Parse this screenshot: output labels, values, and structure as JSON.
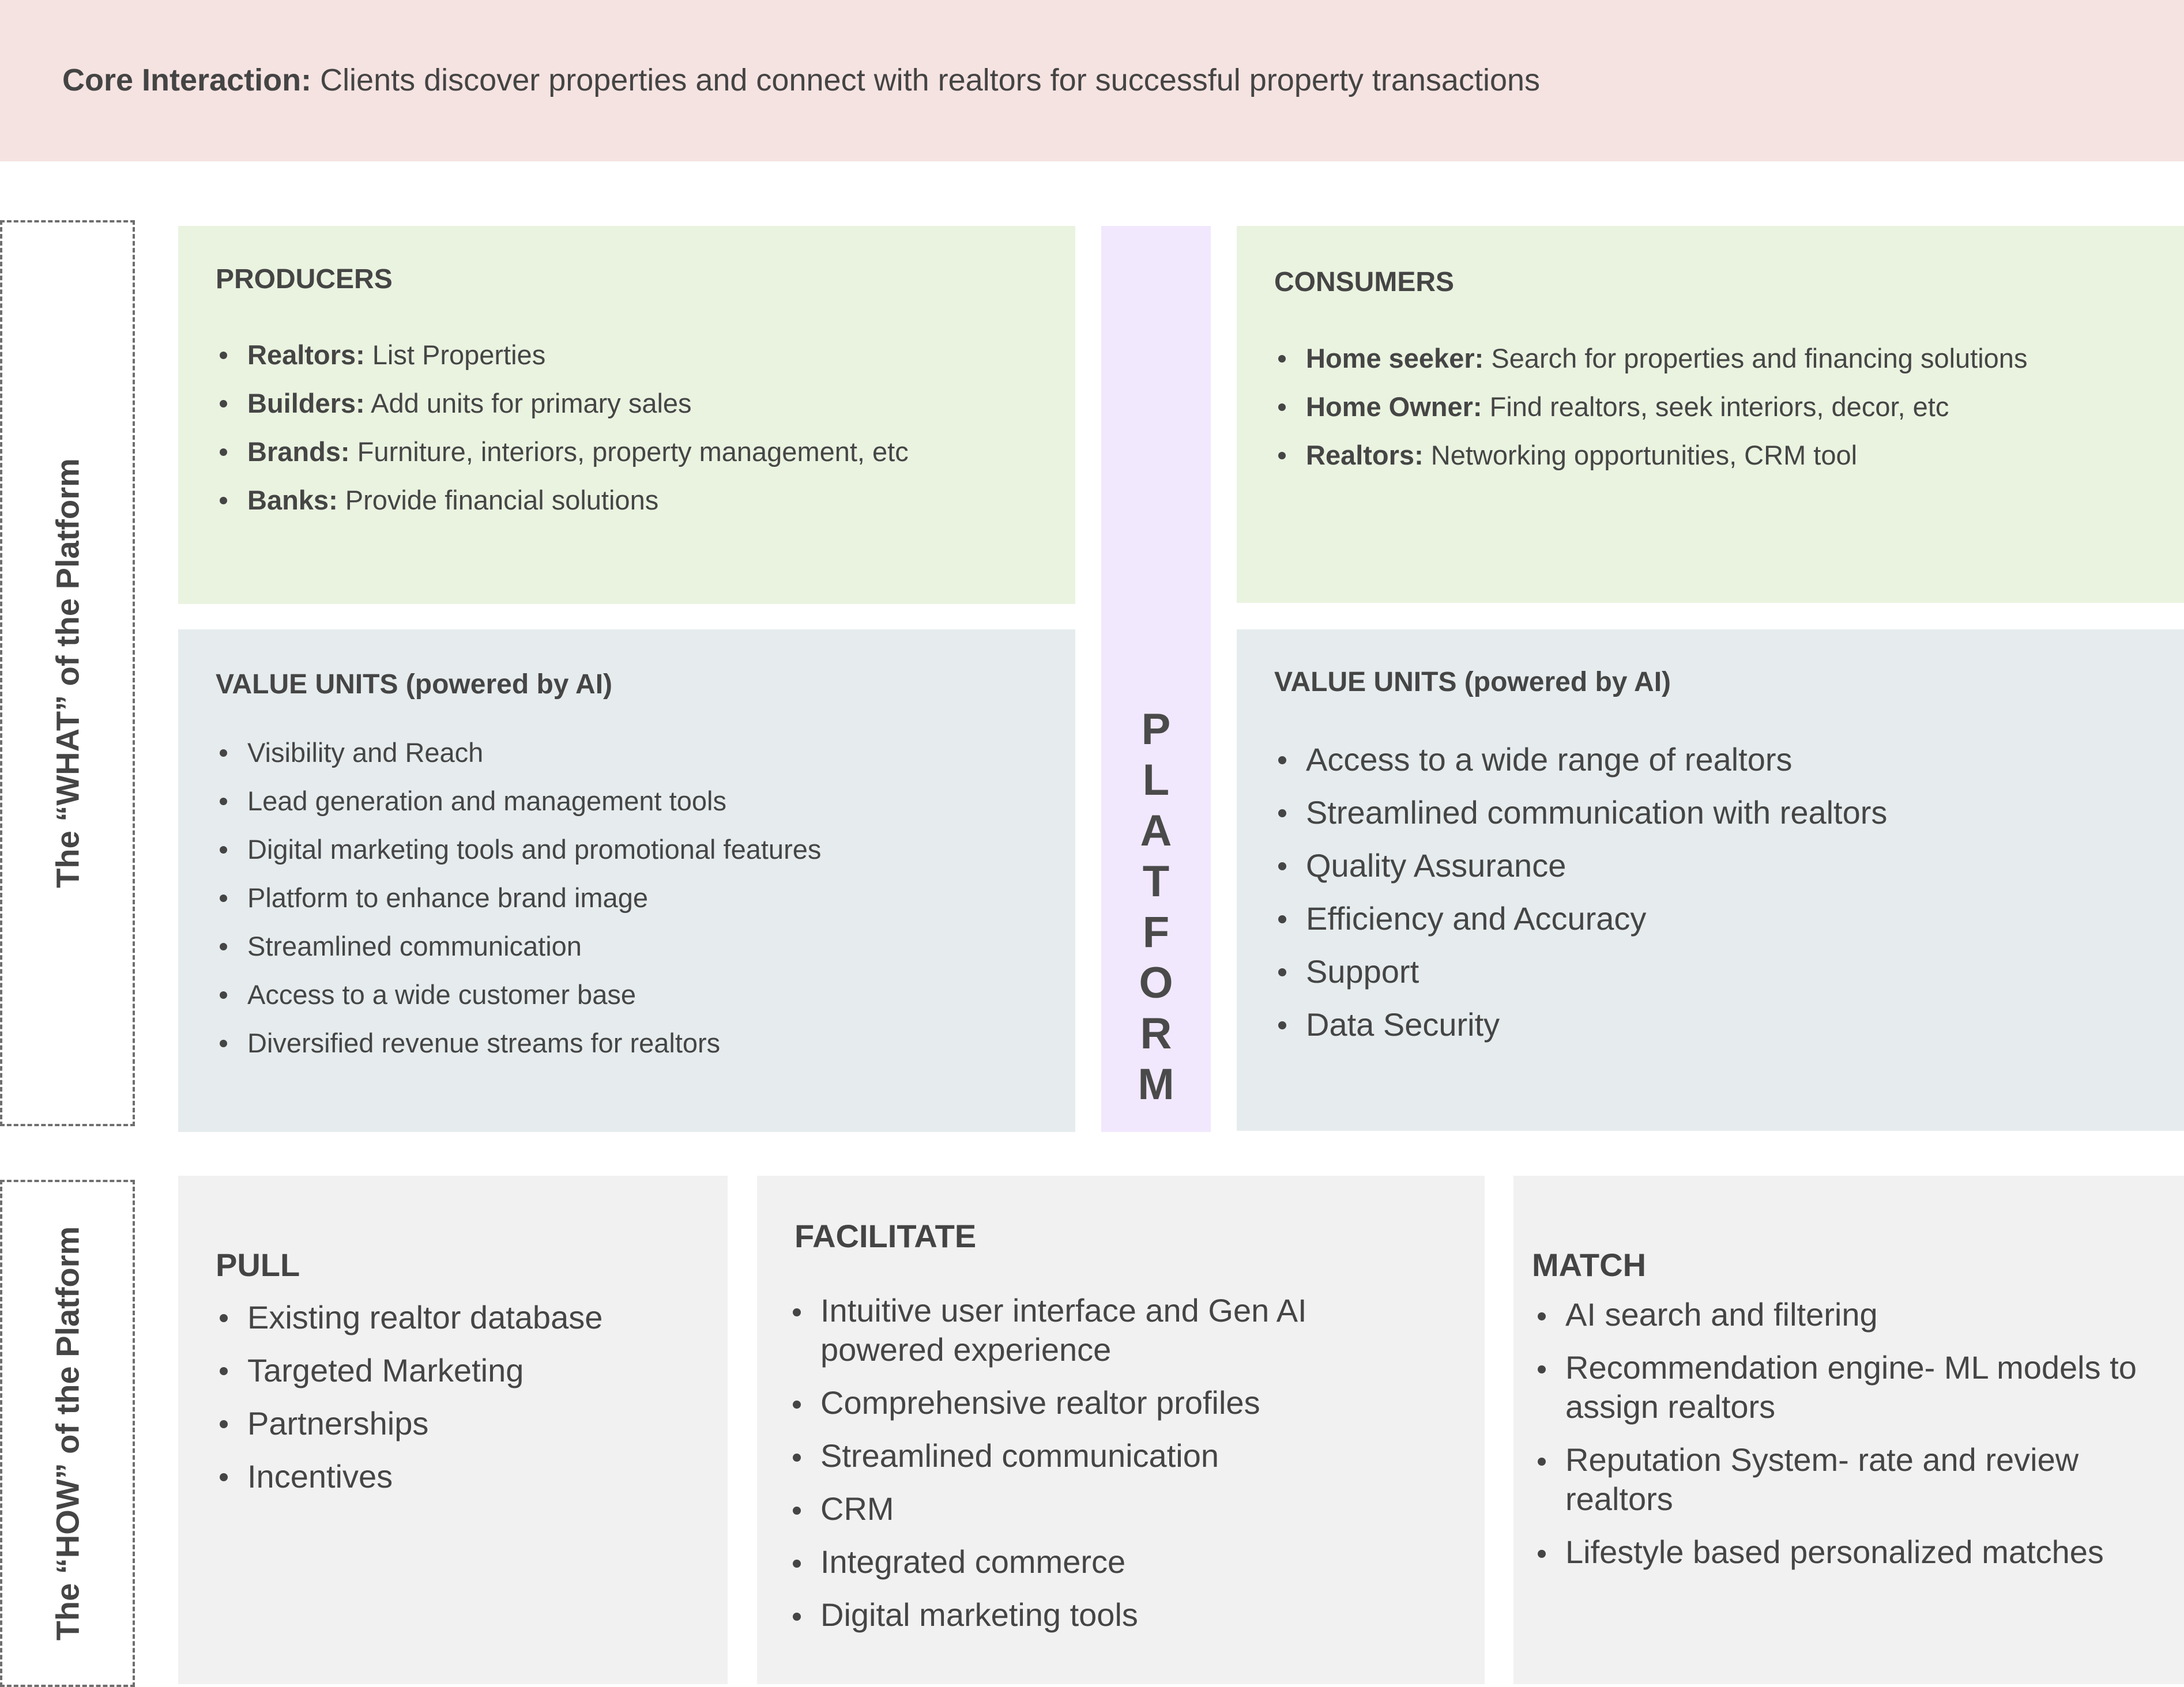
{
  "header": {
    "core_label": "Core Interaction:",
    "core_text": " Clients discover properties and connect with realtors for successful property transactions"
  },
  "side_labels": {
    "what": "The “WHAT” of the Platform",
    "how": "The “HOW” of the Platform"
  },
  "producers": {
    "title": "PRODUCERS",
    "items": [
      {
        "label": "Realtors:",
        "text": " List Properties"
      },
      {
        "label": "Builders:",
        "text": " Add units for primary sales"
      },
      {
        "label": "Brands:",
        "text": " Furniture, interiors, property management, etc"
      },
      {
        "label": "Banks:",
        "text": " Provide financial solutions"
      }
    ]
  },
  "consumers": {
    "title": "CONSUMERS",
    "items": [
      {
        "label": "Home seeker:",
        "text": " Search for properties and financing solutions"
      },
      {
        "label": "Home Owner:",
        "text": " Find realtors, seek interiors, decor, etc"
      },
      {
        "label": "Realtors:",
        "text": " Networking opportunities, CRM tool"
      }
    ]
  },
  "value_units_left": {
    "title": "VALUE UNITS (powered by AI)",
    "items": [
      "Visibility and Reach",
      "Lead generation and management tools",
      "Digital marketing tools and promotional features",
      "Platform to enhance brand image",
      "Streamlined communication",
      "Access to a wide customer base",
      "Diversified revenue streams for realtors"
    ]
  },
  "value_units_right": {
    "title": "VALUE UNITS (powered by AI)",
    "items": [
      "Access to a wide range of realtors",
      "Streamlined communication with realtors",
      "Quality Assurance",
      "Efficiency and Accuracy",
      "Support",
      "Data Security"
    ]
  },
  "platform": {
    "letters": [
      "P",
      "L",
      "A",
      "T",
      "F",
      "O",
      "R",
      "M"
    ]
  },
  "pull": {
    "title": "PULL",
    "items": [
      "Existing realtor database",
      "Targeted Marketing",
      "Partnerships",
      "Incentives"
    ]
  },
  "facilitate": {
    "title": "FACILITATE",
    "items": [
      "Intuitive user interface and Gen AI powered experience",
      "Comprehensive realtor profiles",
      "Streamlined communication",
      "CRM",
      "Integrated commerce",
      "Digital marketing tools"
    ]
  },
  "match": {
    "title": "MATCH",
    "items": [
      "AI search and filtering",
      "Recommendation engine- ML models to assign realtors",
      "Reputation System- rate and review realtors",
      "Lifestyle based personalized matches"
    ]
  },
  "colors": {
    "header_bg": "#f5e3e1",
    "green_panel": "#eaf3e0",
    "blue_panel": "#e6eced",
    "gray_panel": "#f1f1f1",
    "platform_bg": "#f1e8fd"
  }
}
